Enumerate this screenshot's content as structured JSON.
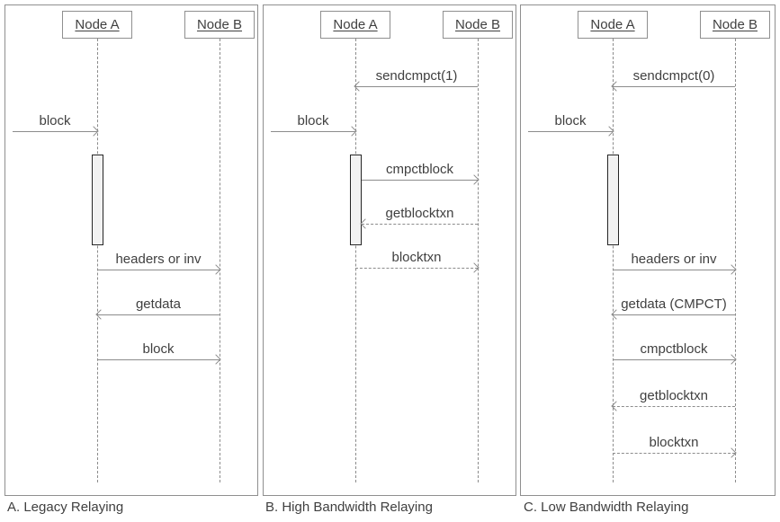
{
  "colors": {
    "background": "#ffffff",
    "frame_border": "#8f8f8f",
    "line_gray": "#8c8c8c",
    "text_gray": "#404040",
    "activation_fill": "#f2f2f2",
    "activation_border": "#262626"
  },
  "panels": [
    {
      "caption": "A. Legacy Relaying",
      "node_a": "Node A",
      "node_b": "Node B",
      "messages": [
        {
          "label": "block"
        },
        {
          "label": "headers or inv"
        },
        {
          "label": "getdata"
        },
        {
          "label": "block"
        }
      ]
    },
    {
      "caption": "B. High Bandwidth Relaying",
      "node_a": "Node A",
      "node_b": "Node B",
      "messages": [
        {
          "label": "sendcmpct(1)"
        },
        {
          "label": "block"
        },
        {
          "label": "cmpctblock"
        },
        {
          "label": "getblocktxn"
        },
        {
          "label": "blocktxn"
        }
      ]
    },
    {
      "caption": "C. Low Bandwidth Relaying",
      "node_a": "Node A",
      "node_b": "Node B",
      "messages": [
        {
          "label": "sendcmpct(0)"
        },
        {
          "label": "block"
        },
        {
          "label": "headers or inv"
        },
        {
          "label": "getdata (CMPCT)"
        },
        {
          "label": "cmpctblock"
        },
        {
          "label": "getblocktxn"
        },
        {
          "label": "blocktxn"
        }
      ]
    }
  ]
}
